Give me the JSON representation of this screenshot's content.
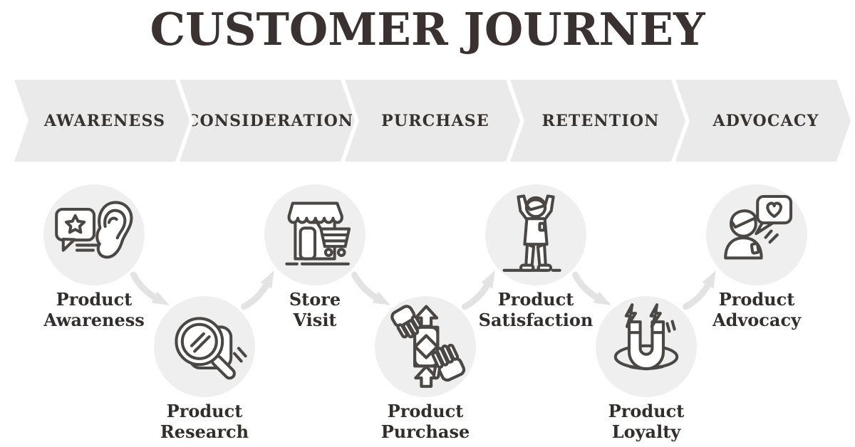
{
  "title": "CUSTOMER JOURNEY",
  "stages": [
    {
      "label": "AWARENESS"
    },
    {
      "label": "CONSIDERATION"
    },
    {
      "label": "PURCHASE"
    },
    {
      "label": "RETENTION"
    },
    {
      "label": "ADVOCACY"
    }
  ],
  "nodes": [
    {
      "id": "product-awareness",
      "line1": "Product",
      "line2": "Awareness",
      "icon": "ear-speech-bubble-icon",
      "row": "top"
    },
    {
      "id": "product-research",
      "line1": "Product",
      "line2": "Research",
      "icon": "magnifier-product-icon",
      "row": "bottom"
    },
    {
      "id": "store-visit",
      "line1": "Store",
      "line2": "Visit",
      "icon": "storefront-cart-icon",
      "row": "top"
    },
    {
      "id": "product-purchase",
      "line1": "Product",
      "line2": "Purchase",
      "icon": "hands-money-icon",
      "row": "bottom"
    },
    {
      "id": "product-satisfaction",
      "line1": "Product",
      "line2": "Satisfaction",
      "icon": "cheering-person-icon",
      "row": "top"
    },
    {
      "id": "product-loyalty",
      "line1": "Product",
      "line2": "Loyalty",
      "icon": "magnet-icon",
      "row": "bottom"
    },
    {
      "id": "product-advocacy",
      "line1": "Product",
      "line2": "Advocacy",
      "icon": "person-heart-bubble-icon",
      "row": "top"
    }
  ],
  "colors": {
    "background": "#ffffff",
    "chevron_fill": "#ebeaea",
    "circle_fill": "#f0efef",
    "arrow": "#e3e3e3",
    "icon_stroke": "#4b4744",
    "title_text": "#3a3230",
    "stage_text": "#38322f",
    "label_text": "#332d2b"
  }
}
